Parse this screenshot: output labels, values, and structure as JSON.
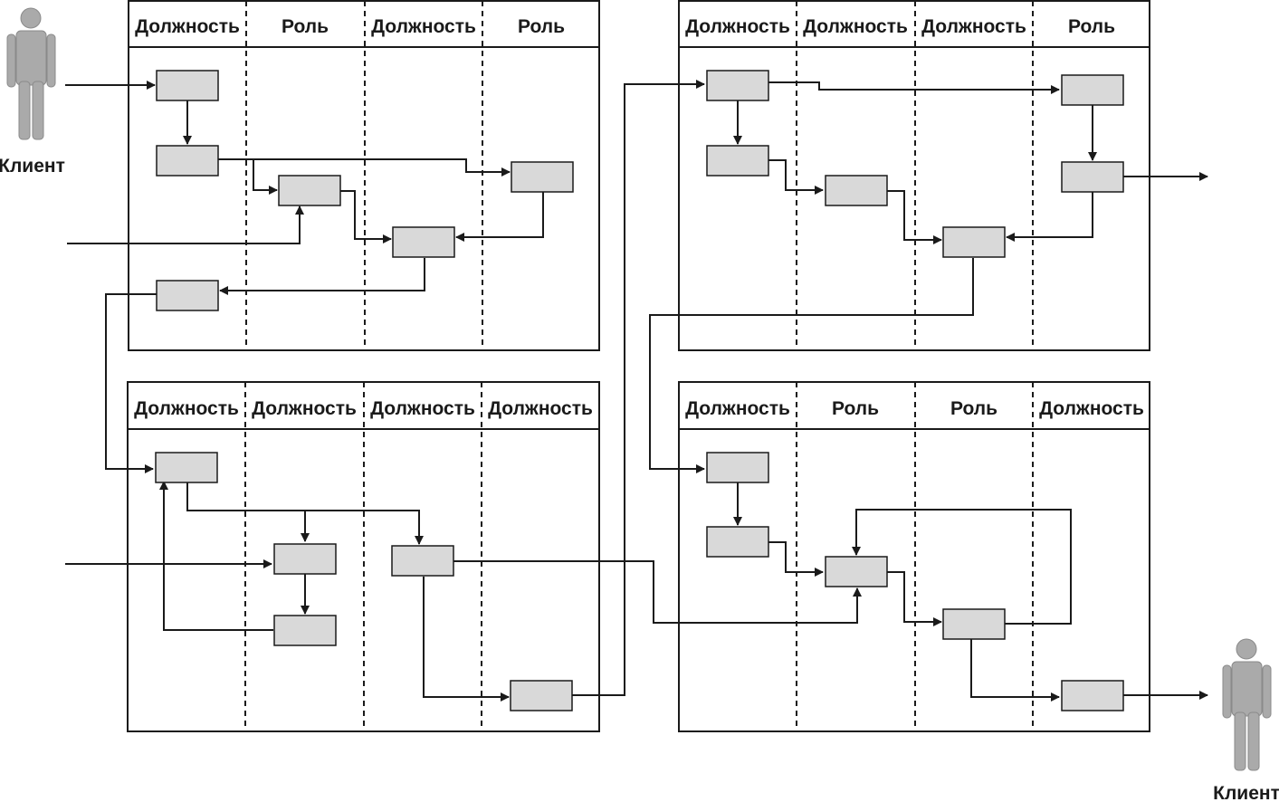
{
  "client_label": "Клиент",
  "colors": {
    "line": "#1a1a1a",
    "box_fill": "#d9d9d9",
    "person_fill": "#aaaaaa"
  },
  "panels": [
    {
      "id": "top-left",
      "headers": [
        "Должность",
        "Роль",
        "Должность",
        "Роль"
      ]
    },
    {
      "id": "top-right",
      "headers": [
        "Должность",
        "Должность",
        "Должность",
        "Роль"
      ]
    },
    {
      "id": "bottom-left",
      "headers": [
        "Должность",
        "Должность",
        "Должность",
        "Должность"
      ]
    },
    {
      "id": "bottom-right",
      "headers": [
        "Должность",
        "Роль",
        "Роль",
        "Должность"
      ]
    }
  ]
}
